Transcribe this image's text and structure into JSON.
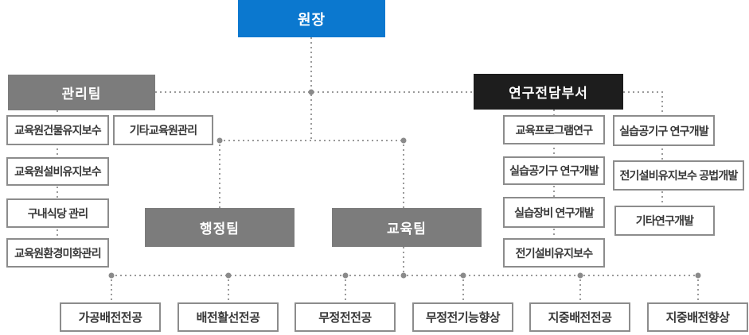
{
  "colors": {
    "director_bg": "#0b78cf",
    "team_bg": "#7c7c7c",
    "research_bg": "#1d1d1d",
    "box_border": "#8c8c8c",
    "box_text": "#383838",
    "line_color": "#9a9a9a",
    "dot_color": "#8a8a8a"
  },
  "director": {
    "label": "원장"
  },
  "management": {
    "label": "관리팀",
    "items": [
      {
        "label": "교육원건물유지보수"
      },
      {
        "label": "기타교육원관리"
      },
      {
        "label": "교육원설비유지보수"
      },
      {
        "label": "구내식당 관리"
      },
      {
        "label": "교육원환경미화관리"
      }
    ]
  },
  "admin_team": {
    "label": "행정팀"
  },
  "education_team": {
    "label": "교육팀"
  },
  "research": {
    "label": "연구전담부서",
    "col1": [
      {
        "label": "교육프로그램연구"
      },
      {
        "label": "실습공기구 연구개발"
      },
      {
        "label": "실습장비 연구개발"
      },
      {
        "label": "전기설비유지보수"
      }
    ],
    "col2": [
      {
        "label": "실습공기구 연구개발"
      },
      {
        "label": "전기설비유지보수 공법개발"
      },
      {
        "label": "기타연구개발"
      }
    ]
  },
  "education_majors": [
    {
      "label": "가공배전전공"
    },
    {
      "label": "배전활선전공"
    },
    {
      "label": "무정전전공"
    },
    {
      "label": "무정전기능향상"
    },
    {
      "label": "지중배전전공"
    },
    {
      "label": "지중배전향상"
    }
  ]
}
